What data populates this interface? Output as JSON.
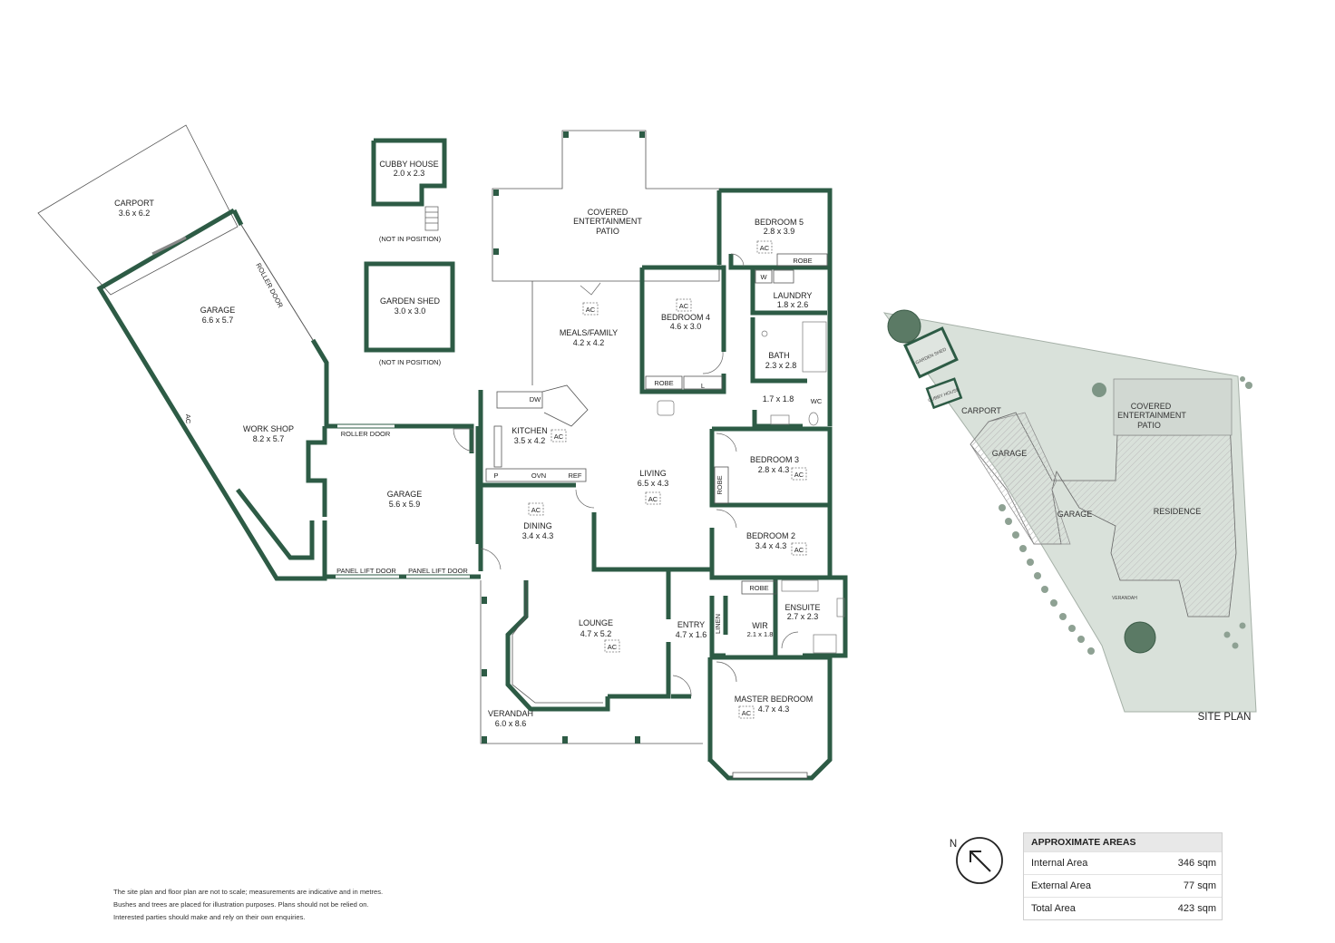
{
  "colors": {
    "wall": "#2d5b45",
    "site_fill": "#d9e1da",
    "hatch": "#c4c4c4"
  },
  "rooms": {
    "carport": {
      "name": "CARPORT",
      "size": "3.6 x 6.2"
    },
    "garage_a": {
      "name": "GARAGE",
      "size": "6.6 x 5.7"
    },
    "workshop": {
      "name": "WORK SHOP",
      "size": "8.2 x 5.7"
    },
    "garage_b": {
      "name": "GARAGE",
      "size": "5.6 x 5.9"
    },
    "cubby": {
      "name": "CUBBY HOUSE",
      "size": "2.0 x 2.3",
      "note": "(NOT IN POSITION)"
    },
    "shed": {
      "name": "GARDEN SHED",
      "size": "3.0 x 3.0",
      "note": "(NOT IN POSITION)"
    },
    "patio": {
      "line1": "COVERED",
      "line2": "ENTERTAINMENT",
      "line3": "PATIO"
    },
    "meals": {
      "name": "MEALS/FAMILY",
      "size": "4.2 x 4.2"
    },
    "bed4": {
      "name": "BEDROOM 4",
      "size": "4.6 x 3.0"
    },
    "bed5": {
      "name": "BEDROOM 5",
      "size": "2.8 x 3.9"
    },
    "laundry": {
      "name": "LAUNDRY",
      "size": "1.8 x 2.6"
    },
    "bath": {
      "name": "BATH",
      "size": "2.3 x 2.8"
    },
    "wc_area": {
      "size": "1.7 x 1.8"
    },
    "kitchen": {
      "name": "KITCHEN",
      "size": "3.5 x 4.2"
    },
    "living": {
      "name": "LIVING",
      "size": "6.5 x 4.3"
    },
    "bed3": {
      "name": "BEDROOM 3",
      "size": "2.8 x 4.3"
    },
    "bed2": {
      "name": "BEDROOM 2",
      "size": "3.4 x 4.3"
    },
    "dining": {
      "name": "DINING",
      "size": "3.4 x 4.3"
    },
    "lounge": {
      "name": "LOUNGE",
      "size": "4.7 x 5.2"
    },
    "entry": {
      "name": "ENTRY",
      "size": "4.7 x 1.6"
    },
    "ensuite": {
      "name": "ENSUITE",
      "size": "2.7 x 2.3"
    },
    "wir": {
      "name": "WIR",
      "size": "2.1 x 1.8"
    },
    "master": {
      "name": "MASTER BEDROOM",
      "size": "4.7 x 4.3"
    },
    "verandah": {
      "name": "VERANDAH",
      "size": "6.0 x 8.6"
    }
  },
  "fixtures": {
    "ac": "AC",
    "robe": "ROBE",
    "linen": "LINEN",
    "l": "L",
    "w": "W",
    "wc": "WC",
    "dw": "DW",
    "p": "P",
    "ovn": "OVN",
    "ref": "REF",
    "roller_door": "ROLLER DOOR",
    "panel_lift_door": "PANEL LIFT DOOR"
  },
  "site_plan": {
    "title": "SITE PLAN",
    "carport": "CARPORT",
    "garage1": "GARAGE",
    "garage2": "GARAGE",
    "residence": "RESIDENCE",
    "patio_l1": "COVERED",
    "patio_l2": "ENTERTAINMENT",
    "patio_l3": "PATIO",
    "verandah": "VERANDAH",
    "shed": "GARDEN SHED",
    "cubby": "CUBBY HOUSE"
  },
  "compass": {
    "label": "N"
  },
  "areas": {
    "title": "APPROXIMATE AREAS",
    "rows": [
      {
        "label": "Internal Area",
        "value": "346 sqm"
      },
      {
        "label": "External Area",
        "value": "77 sqm"
      },
      {
        "label": "Total Area",
        "value": "423 sqm"
      }
    ]
  },
  "disclaimer": [
    "The site plan and floor plan are not to scale; measurements are indicative and in metres.",
    "Bushes and trees are placed for illustration purposes. Plans should not be relied on.",
    "Interested parties should make and rely on their own enquiries."
  ]
}
